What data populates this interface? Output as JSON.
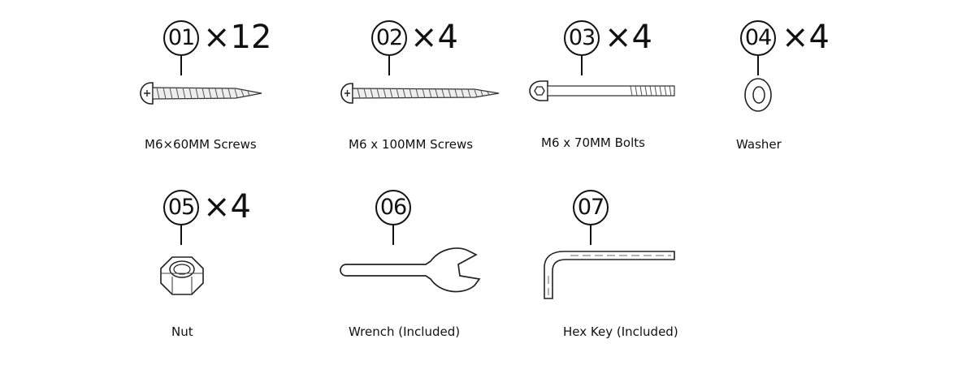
{
  "parts": [
    {
      "number": "01",
      "quantity": "×12",
      "label": "M6×60MM Screws",
      "icon": "screw-icon"
    },
    {
      "number": "02",
      "quantity": "×4",
      "label": "M6 x 100MM Screws",
      "icon": "long-screw-icon"
    },
    {
      "number": "03",
      "quantity": "×4",
      "label": "M6 x 70MM Bolts",
      "icon": "bolt-icon"
    },
    {
      "number": "04",
      "quantity": "×4",
      "label": "Washer",
      "icon": "washer-icon"
    },
    {
      "number": "05",
      "quantity": "×4",
      "label": "Nut",
      "icon": "nut-icon"
    },
    {
      "number": "06",
      "quantity": "",
      "label": "Wrench (Included)",
      "icon": "wrench-icon"
    },
    {
      "number": "07",
      "quantity": "",
      "label": "Hex Key (Included)",
      "icon": "hex-key-icon"
    }
  ]
}
